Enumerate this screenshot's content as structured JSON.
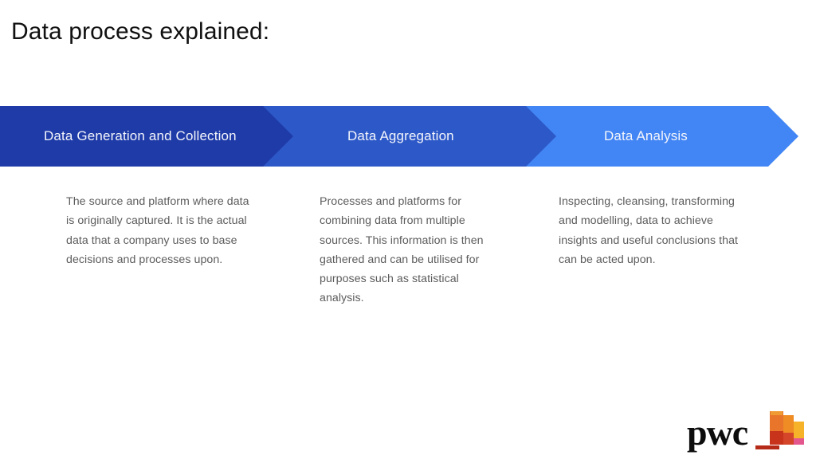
{
  "slide": {
    "title": "Data process explained:",
    "background_color": "#ffffff"
  },
  "process_banner": {
    "steps": [
      {
        "label": "Data Generation and Collection",
        "color": "#1f3ba8",
        "text_color": "#f4f6fb"
      },
      {
        "label": "Data Aggregation",
        "color": "#2d58c8",
        "text_color": "#f4f6fb"
      },
      {
        "label": "Data Analysis",
        "color": "#4285f4",
        "text_color": "#f4f6fb"
      }
    ]
  },
  "descriptions": [
    {
      "text": "The source and platform where data is originally captured. It is the actual data that a company uses to base decisions and processes upon."
    },
    {
      "text": "Processes and platforms for combining data from multiple sources. This information is then gathered and can be utilised for purposes such as statistical analysis."
    },
    {
      "text": "Inspecting, cleansing, transforming and modelling, data to achieve insights  and useful conclusions that can be acted upon."
    }
  ],
  "logo": {
    "wordmark": "pwc",
    "colors": {
      "orange": "#e8752a",
      "amber": "#f6b229",
      "red": "#c8331b",
      "pink": "#e4568e",
      "wordmark": "#0d0d0d"
    }
  }
}
